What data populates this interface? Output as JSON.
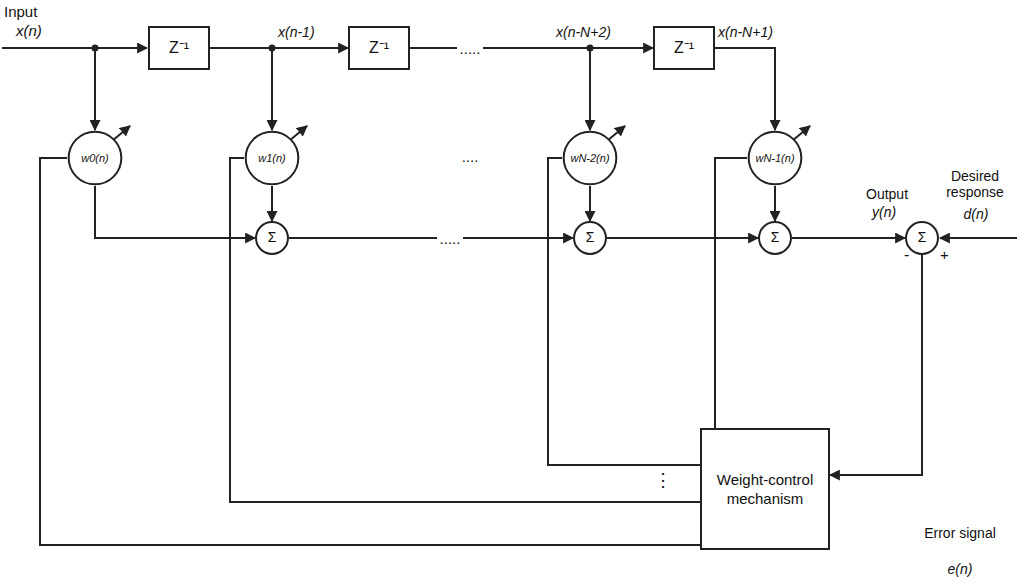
{
  "diagram": {
    "nodes": [
      {
        "text": [
          "Z⁻¹"
        ]
      },
      {
        "text": [
          "Z⁻¹"
        ]
      },
      {
        "text": [
          "Z⁻¹"
        ]
      },
      {
        "text": [
          "w0(n)"
        ]
      },
      {
        "text": [
          "w1(n)"
        ]
      },
      {
        "text": [
          "wN-2(n)"
        ]
      },
      {
        "text": [
          "wN-1(n)"
        ]
      },
      {
        "text": [
          "Σ"
        ]
      },
      {
        "text": [
          "Σ"
        ]
      },
      {
        "text": [
          "Σ"
        ]
      },
      {
        "text": [
          "Σ"
        ]
      },
      {
        "text": [
          "Weight-control mechanism"
        ]
      }
    ],
    "edges": [
      {
        "from": 0,
        "to": 1,
        "arrow": "to"
      },
      {
        "from": 1,
        "to": 2,
        "arrow": "to"
      },
      {
        "from": 0,
        "to": 4,
        "arrow": "to"
      },
      {
        "from": 2,
        "to": 6,
        "arrow": "to"
      },
      {
        "from": 1,
        "to": 5,
        "arrow": "to"
      },
      {
        "from": 3,
        "to": 7,
        "arrow": "to"
      },
      {
        "from": 4,
        "to": 7,
        "arrow": "to"
      },
      {
        "from": 7,
        "to": 8,
        "arrow": "to"
      },
      {
        "from": 5,
        "to": 8,
        "arrow": "to"
      },
      {
        "from": 8,
        "to": 9,
        "arrow": "to"
      },
      {
        "from": 6,
        "to": 9,
        "arrow": "to"
      },
      {
        "from": 9,
        "to": 10,
        "arrow": "to"
      },
      {
        "from": 10,
        "to": 11,
        "arrow": "to"
      },
      {
        "from": 11,
        "to": 3,
        "arrow": "none"
      },
      {
        "from": 11,
        "to": 4,
        "arrow": "none"
      },
      {
        "from": 11,
        "to": 5,
        "arrow": "none"
      },
      {
        "from": 11,
        "to": 6,
        "arrow": "none"
      }
    ],
    "labels": [
      "Input",
      "x(n)",
      "x(n-1)",
      "x(n-N+2)",
      "x(n-N+1)",
      ".....",
      ".....",
      "....",
      "Output",
      "y(n)",
      "Desired response",
      "d(n)",
      "-",
      "+",
      "Error signal",
      "e(n)",
      "⋮"
    ]
  }
}
